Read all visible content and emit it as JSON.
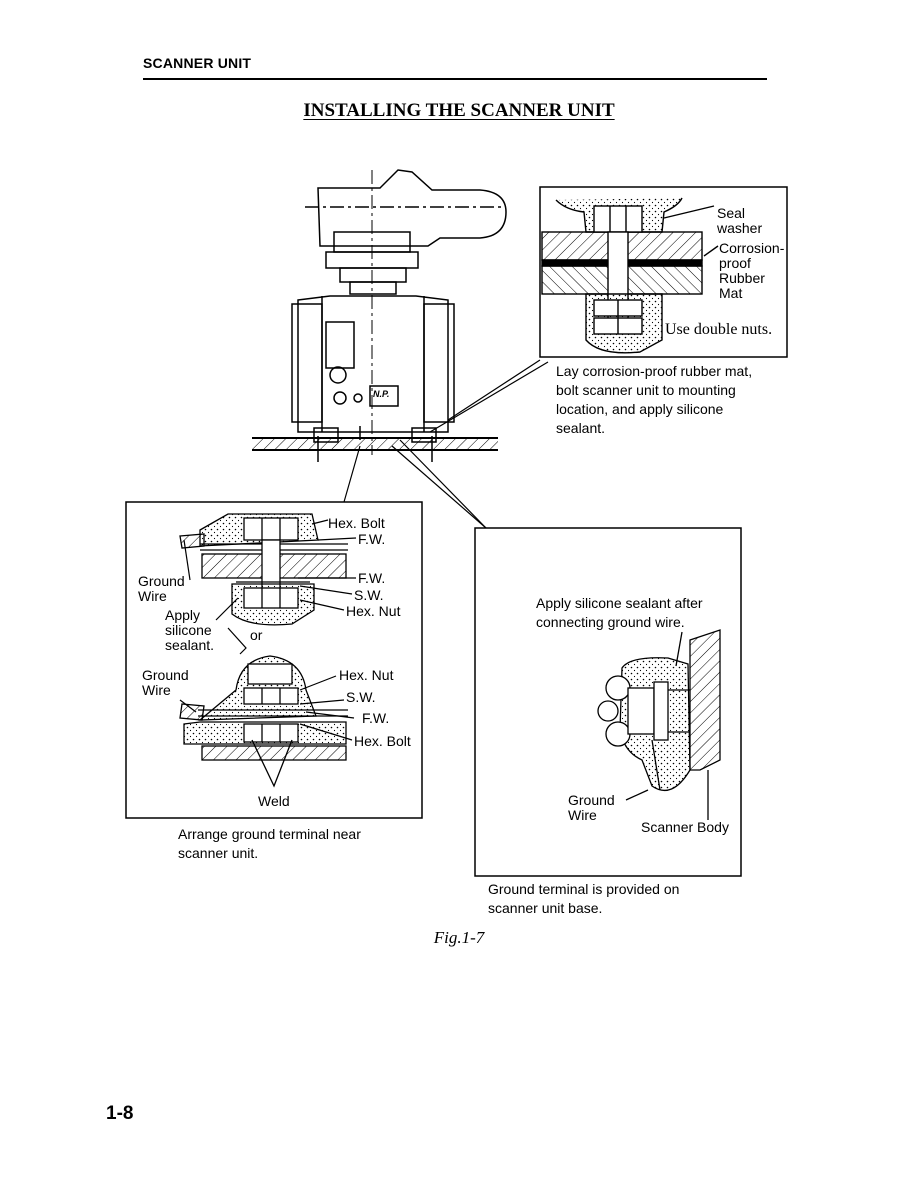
{
  "header": {
    "section": "SCANNER UNIT"
  },
  "title": "INSTALLING THE SCANNER UNIT",
  "detail_top_right": {
    "labels": {
      "seal_washer": "Seal\nwasher",
      "rubber_mat": "Corrosion-\nproof\nRubber\nMat",
      "double_nuts": "Use double nuts."
    },
    "caption": "Lay corrosion-proof rubber mat,\nbolt scanner unit to mounting\nlocation, and apply silicone\nsealant."
  },
  "detail_left": {
    "labels": {
      "hex_bolt_top": "Hex. Bolt",
      "fw_top": "F.W.",
      "ground_wire_top": "Ground\nWire",
      "fw_mid": "F.W.",
      "sw_mid": "S.W.",
      "hex_nut_mid": "Hex. Nut",
      "apply_silicone": "Apply\nsilicone\nsealant.",
      "or": "or",
      "ground_wire_bottom": "Ground\nWire",
      "hex_nut_bottom": "Hex. Nut",
      "sw_bottom": "S.W.",
      "fw_bottom": "F.W.",
      "hex_bolt_bottom": "Hex. Bolt",
      "weld": "Weld"
    },
    "caption": "Arrange ground terminal near\nscanner unit."
  },
  "detail_right": {
    "labels": {
      "apply_after": "Apply silicone sealant after\nconnecting ground wire.",
      "ground_wire": "Ground\nWire",
      "scanner_body": "Scanner Body"
    },
    "caption": "Ground terminal is provided on\nscanner unit base."
  },
  "scanner_plate": "N.P.",
  "figure_caption": "Fig.1-7",
  "page_number": "1-8"
}
